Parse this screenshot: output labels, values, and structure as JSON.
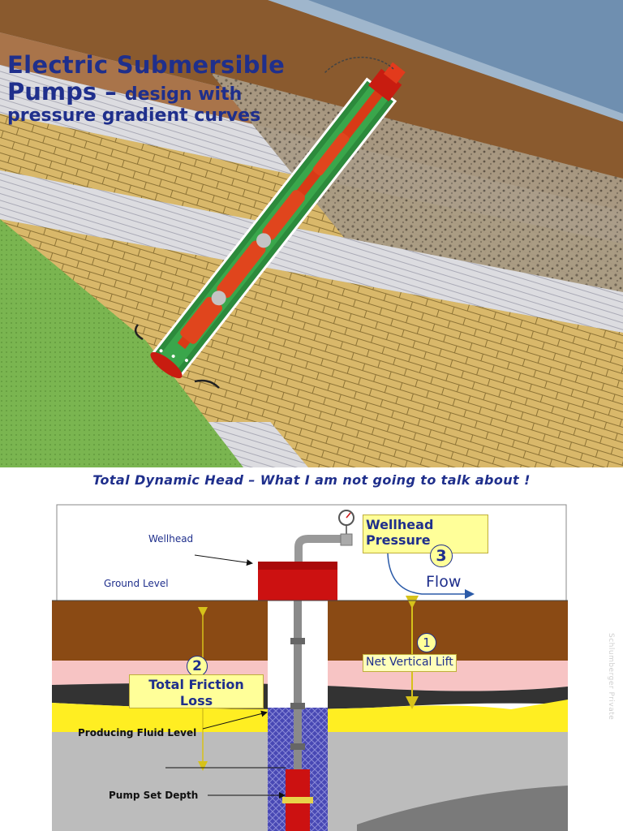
{
  "title": {
    "line1": "Electric Submersible",
    "line2_main": "Pumps – ",
    "line2_small": "design with",
    "line3": "pressure gradient curves"
  },
  "subtitle": "Total Dynamic Head – What I am not going to talk about !",
  "labels": {
    "wellhead": "Wellhead",
    "ground_level": "Ground Level",
    "producing_fluid_level": "Producing Fluid Level",
    "pump_set_depth": "Pump Set Depth",
    "wellhead_pressure_line1": "Wellhead",
    "wellhead_pressure_line2": "Pressure",
    "flow": "Flow",
    "net_vertical_lift": "Net Vertical Lift",
    "total_friction_line1": "Total Friction",
    "total_friction_line2": "Loss"
  },
  "markers": {
    "one": "1",
    "two": "2",
    "three": "3"
  },
  "watermark": "Schlumberger Private",
  "colors": {
    "title": "#1f2f8c",
    "highlight_box": "#ffff99",
    "wellhead_red": "#cc1111",
    "brown_layer": "#8a4a14",
    "pink_layer": "#f7c4c4",
    "yellow_layer": "#ffee22",
    "gray_layer": "#bcbcbc",
    "fluid_blue": "#3a3aa8"
  }
}
